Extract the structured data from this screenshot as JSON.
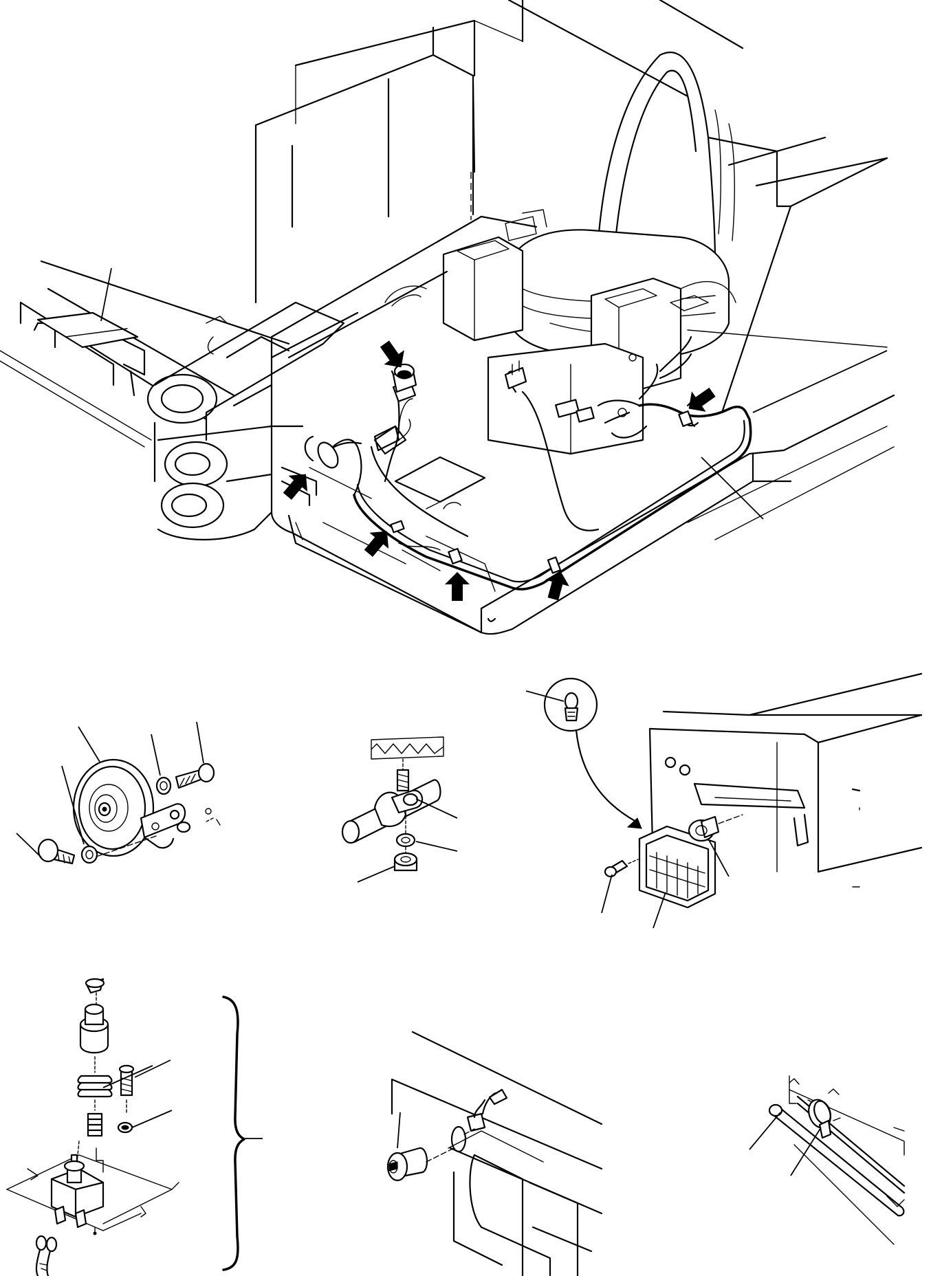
{
  "figure": {
    "main_view": "operator-platform-harness-assembly",
    "details": [
      "horn-detail",
      "harness-clamp-detail",
      "lamp-detail",
      "push-switch-exploded-detail",
      "key-switch-detail",
      "cable-band-detail"
    ]
  },
  "icons": {
    "location_arrow": "location-arrow-icon",
    "bracket": "brace-icon"
  },
  "colors": {
    "ink": "#000000",
    "paper": "#ffffff"
  }
}
